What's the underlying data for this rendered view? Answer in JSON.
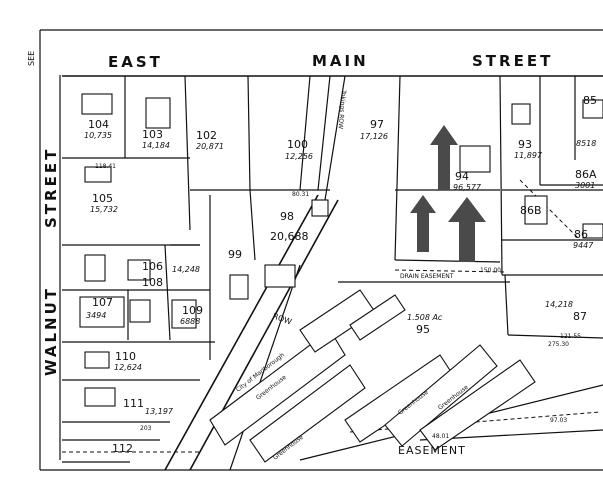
{
  "streets": {
    "east": "EAST",
    "main": "MAIN",
    "street_top": "STREET",
    "walnut": "WALNUT",
    "street_left": "STREET",
    "see": "SEE"
  },
  "parcels": {
    "p104": "104",
    "a104": "10,735",
    "p103": "103",
    "a103": "14,184",
    "p102": "102",
    "a102": "20,871",
    "p100": "100",
    "a100": "12,256",
    "p97": "97",
    "a97": "17,126",
    "p94": "94",
    "a94": "96,577",
    "p93": "93",
    "a93": "11,897",
    "p85": "85",
    "a85": "8518",
    "p86a": "86A",
    "a86a": "3001",
    "p86b": "86B",
    "p86": "86",
    "a86": "9447",
    "p87": "87",
    "a87": "14,218",
    "p105": "105",
    "a105": "15,732",
    "p98": "98",
    "a98": "20,688",
    "p99": "99",
    "p106": "106",
    "a106": "14,248",
    "p108": "108",
    "p107": "107",
    "a107": "3494",
    "p109": "109",
    "a109": "6888",
    "p110": "110",
    "a110": "12,624",
    "p111": "111",
    "a111": "13,197",
    "p112": "112",
    "p95": "95",
    "a95": "1.508 Ac"
  },
  "labels": {
    "row": "ROW",
    "city": "City of Marlborough",
    "greenhouse": "Greenhouse",
    "easement": "EASEMENT",
    "drain_easement": "DRAIN EASEMENT",
    "tokings_row": "Tokings ROW"
  },
  "dims": {
    "d1": "48.01",
    "d2": "275.30",
    "d3": "121.55",
    "d4": "80.31",
    "d5": "203",
    "d6": "118.41",
    "d7": "97.03",
    "d8": "150.00"
  },
  "colors": {
    "ink": "#111111",
    "arrow": "#4a4a4a",
    "paper": "#ffffff"
  }
}
